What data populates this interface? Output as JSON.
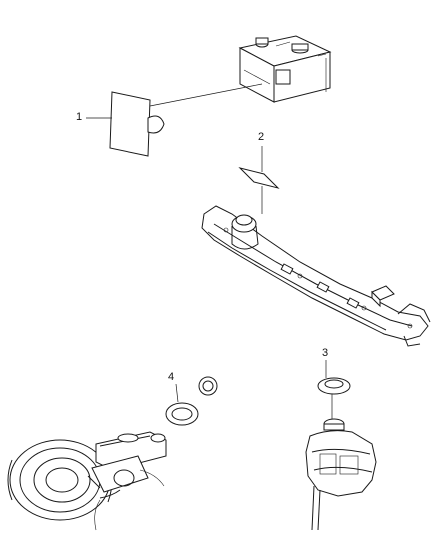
{
  "diagram": {
    "callouts": [
      {
        "id": "1",
        "label": "1",
        "part": "label-sheet"
      },
      {
        "id": "2",
        "label": "2",
        "part": "radiator-support-label"
      },
      {
        "id": "3",
        "label": "3",
        "part": "coolant-reservoir-label"
      },
      {
        "id": "4",
        "label": "4",
        "part": "brake-reservoir-label"
      }
    ]
  }
}
